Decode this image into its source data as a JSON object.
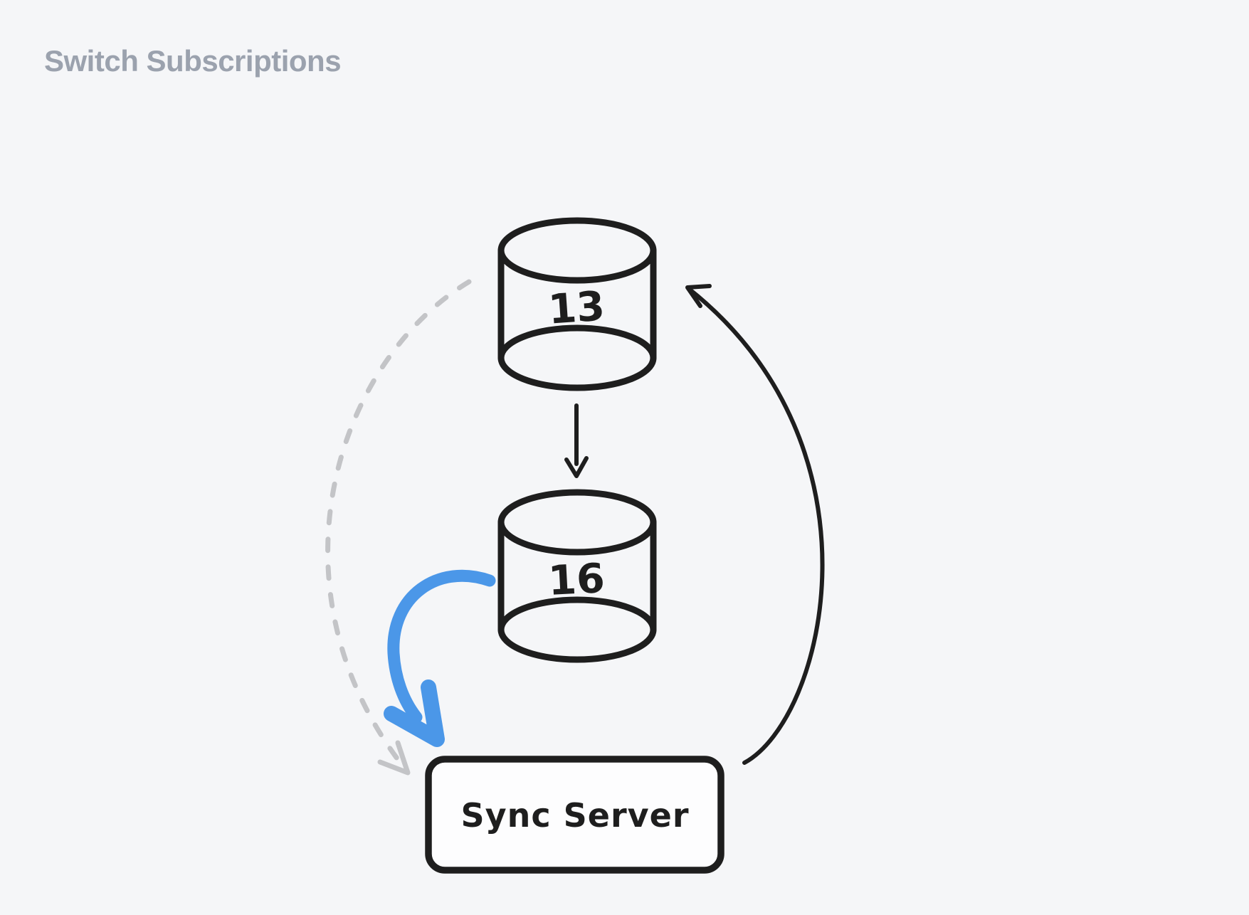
{
  "page": {
    "title": "Switch Subscriptions"
  },
  "colors": {
    "background": "#f5f6f8",
    "stroke_dark": "#1e1e1e",
    "arrow_blue": "#4b97e8",
    "arrow_gray": "#c3c4c7",
    "title_gray": "#9ba2ae",
    "box_fill": "#fdfdfe"
  },
  "diagram": {
    "nodes": [
      {
        "id": "database-13",
        "shape": "cylinder",
        "label": "13"
      },
      {
        "id": "database-16",
        "shape": "cylinder",
        "label": "16"
      },
      {
        "id": "sync-server",
        "shape": "rounded-rectangle",
        "label": "Sync Server"
      }
    ],
    "edges": [
      {
        "from": "database-13",
        "to": "database-16",
        "style": "solid",
        "color": "#1e1e1e",
        "direction": "down"
      },
      {
        "from": "database-16",
        "to": "sync-server",
        "style": "thick-curved",
        "color": "#4b97e8"
      },
      {
        "from": "database-13",
        "to": "sync-server",
        "style": "dashed-curved",
        "color": "#c3c4c7"
      },
      {
        "from": "sync-server",
        "to": "database-13",
        "style": "solid-curved",
        "color": "#1e1e1e"
      }
    ]
  }
}
